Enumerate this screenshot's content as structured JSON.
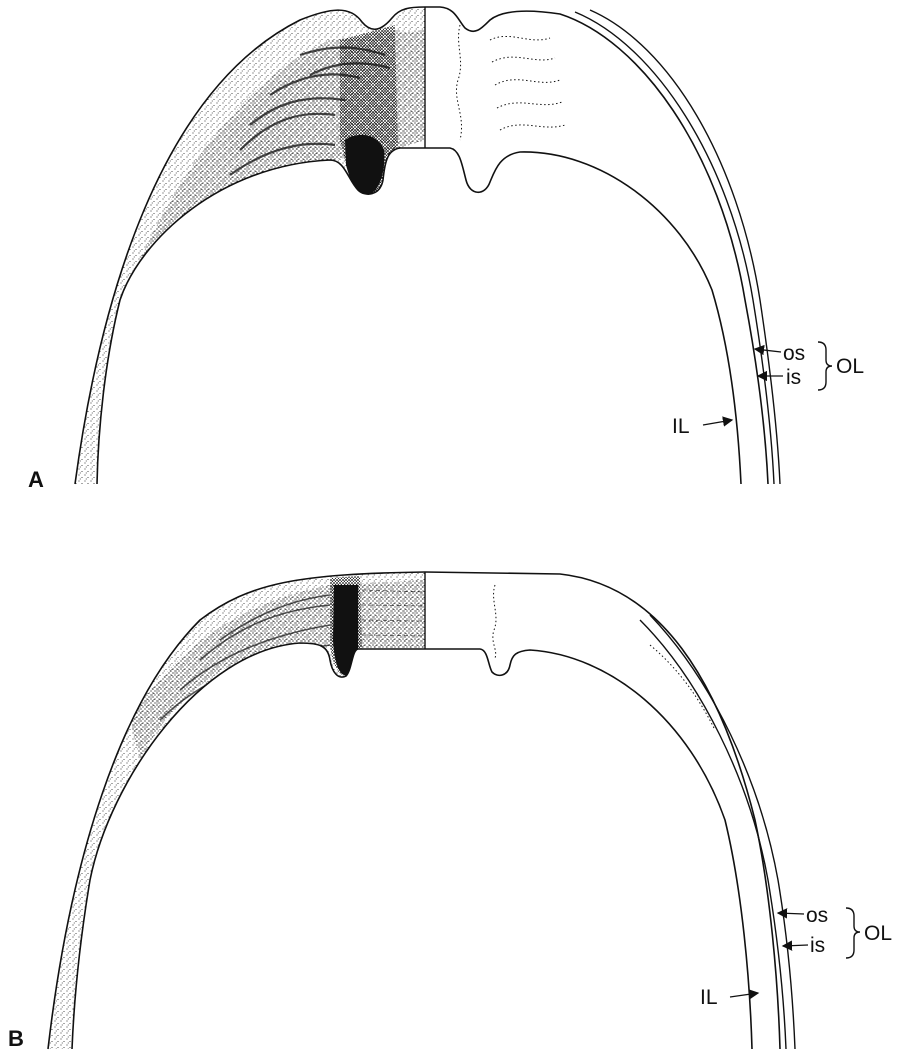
{
  "panels": [
    {
      "letter": "A",
      "labels": {
        "outer_sublayer": "os",
        "inner_sublayer": "is",
        "outer_layer": "OL",
        "inner_layer": "IL"
      }
    },
    {
      "letter": "B",
      "labels": {
        "outer_sublayer": "os",
        "inner_sublayer": "is",
        "outer_layer": "OL",
        "inner_layer": "IL"
      }
    }
  ],
  "colors": {
    "ink": "#111111",
    "paper": "#ffffff"
  }
}
